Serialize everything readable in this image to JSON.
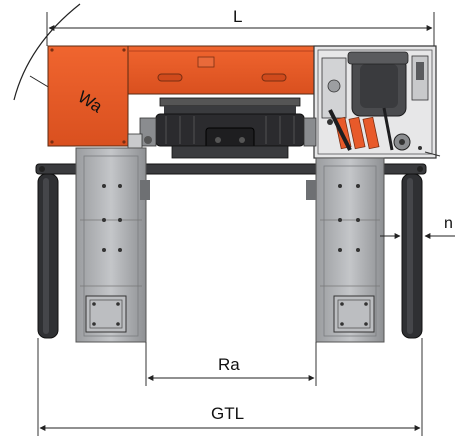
{
  "labels": {
    "overall_length": "L",
    "wheel_arc": "Wa",
    "gauge_width": "Ra",
    "gauge_track_length": "GTL",
    "clearance": "n"
  },
  "colors": {
    "housing": "#e85a2a",
    "housing_dark": "#b8401c",
    "steel_frame": "#aeb0b3",
    "steel_dark": "#6e7073",
    "mechanism": "#2b2b2e",
    "dimension_line": "#222222"
  }
}
